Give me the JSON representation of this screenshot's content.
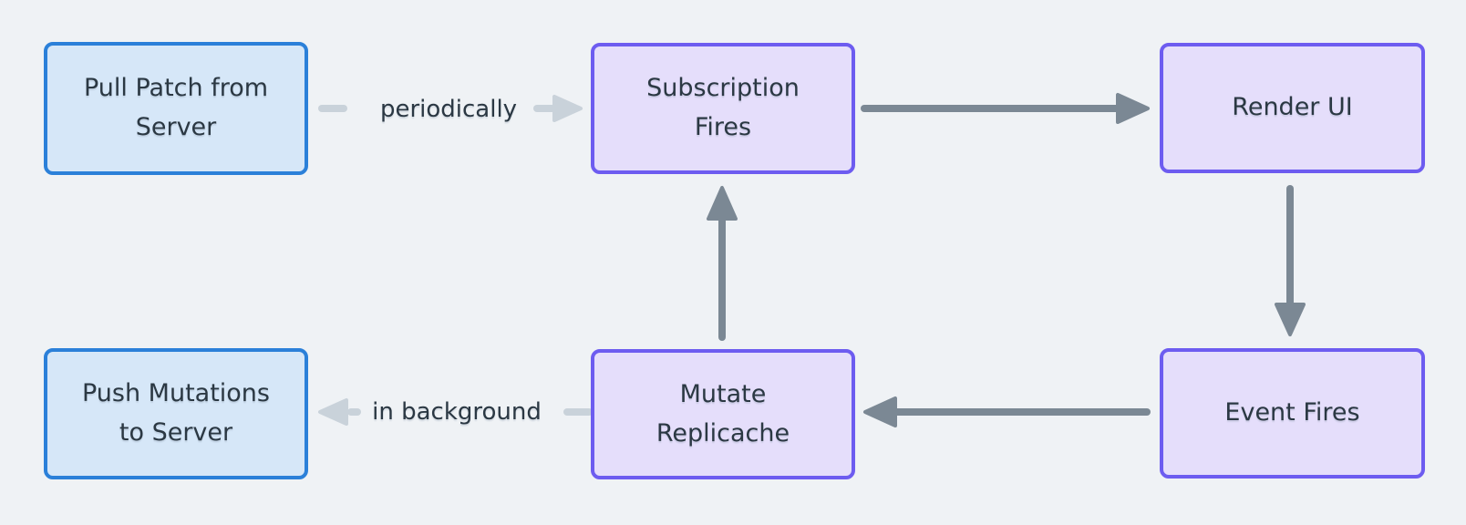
{
  "diagram": {
    "background": "#eff2f5",
    "palette": {
      "blue_node_border": "#2b80d9",
      "blue_node_fill": "#d6e7f8",
      "purple_node_border": "#6d5cf0",
      "purple_node_fill": "#e5defb",
      "arrow_dark": "#7b8894",
      "arrow_light": "#c9d2da",
      "text": "#2b3843"
    },
    "nodes": [
      {
        "id": "pull-patch",
        "label": "Pull Patch from Server",
        "lines": [
          "Pull Patch from",
          "Server"
        ],
        "style": "blue"
      },
      {
        "id": "subscription-fires",
        "label": "Subscription Fires",
        "lines": [
          "Subscription",
          "Fires"
        ],
        "style": "purple"
      },
      {
        "id": "render-ui",
        "label": "Render UI",
        "lines": [
          "Render UI"
        ],
        "style": "purple"
      },
      {
        "id": "push-mutations",
        "label": "Push Mutations to Server",
        "lines": [
          "Push Mutations",
          "to Server"
        ],
        "style": "blue"
      },
      {
        "id": "mutate-replicache",
        "label": "Mutate Replicache",
        "lines": [
          "Mutate",
          "Replicache"
        ],
        "style": "purple"
      },
      {
        "id": "event-fires",
        "label": "Event Fires",
        "lines": [
          "Event Fires"
        ],
        "style": "purple"
      }
    ],
    "edges": [
      {
        "id": "pull-to-subscription",
        "from": "pull-patch",
        "to": "subscription-fires",
        "label": "periodically",
        "style": "light"
      },
      {
        "id": "subscription-to-render",
        "from": "subscription-fires",
        "to": "render-ui",
        "label": "",
        "style": "dark"
      },
      {
        "id": "render-to-event",
        "from": "render-ui",
        "to": "event-fires",
        "label": "",
        "style": "dark"
      },
      {
        "id": "event-to-mutate",
        "from": "event-fires",
        "to": "mutate-replicache",
        "label": "",
        "style": "dark"
      },
      {
        "id": "mutate-to-subscription",
        "from": "mutate-replicache",
        "to": "subscription-fires",
        "label": "",
        "style": "dark"
      },
      {
        "id": "mutate-to-push",
        "from": "mutate-replicache",
        "to": "push-mutations",
        "label": "in background",
        "style": "light"
      }
    ]
  }
}
